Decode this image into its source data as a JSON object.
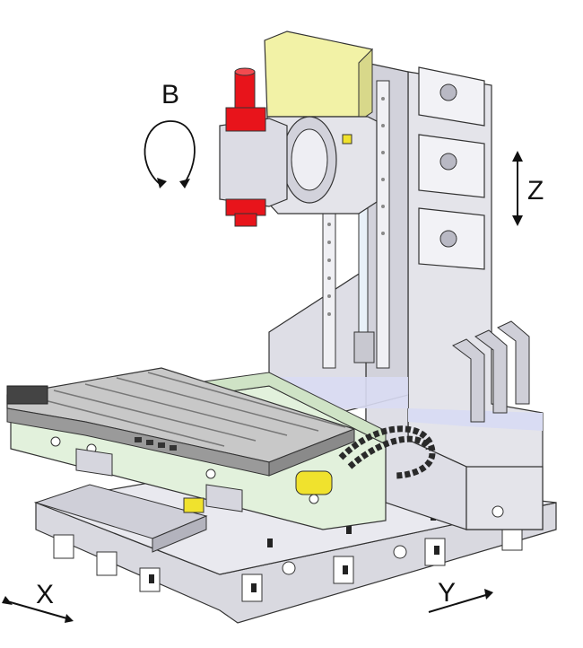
{
  "labels": {
    "b_axis": "B",
    "z_axis": "Z",
    "x_axis": "X",
    "y_axis": "Y"
  },
  "colors": {
    "housing": "#e6e6ec",
    "housing_dark": "#b9b9c4",
    "housing_shadow": "#8f8f9a",
    "column_band": "#d9dcf3",
    "motor_block": "#f2f2a6",
    "spindle_red": "#e8141b",
    "table_green": "#e2f1dc",
    "table_top": "#9a9a9a",
    "table_top_light": "#c8c8c8",
    "cable_chain": "#2a2a2a",
    "accent_yellow": "#f0e22d",
    "outline": "#333333"
  },
  "components": [
    "rotary-head-b-axis",
    "spindle",
    "spindle-motor-block",
    "column",
    "work-table",
    "saddle",
    "cable-chain",
    "base"
  ]
}
